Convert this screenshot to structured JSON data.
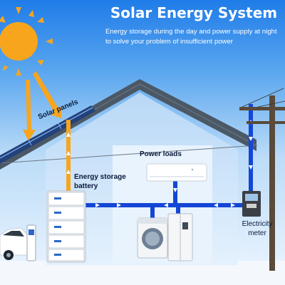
{
  "header": {
    "title": "Solar Energy System",
    "subtitle": "Energy storage during the day and power supply at night to solve your problem of insufficient power"
  },
  "labels": {
    "solar_panels": "Solar panels",
    "battery": "Energy storage battery",
    "power_loads": "Power loads",
    "meter": "Electricity meter"
  },
  "colors": {
    "sky_top": "#1f7ce8",
    "sky_bottom": "#dbeeff",
    "house_fill": "#cfe6fb",
    "roof": "#4b5866",
    "flow_line": "#1446d6",
    "sun": "#f7a51d",
    "arrow": "#f7a51d"
  },
  "icons": [
    "sun-icon",
    "solar-panel-icon",
    "battery-icon",
    "air-conditioner-icon",
    "washing-machine-icon",
    "refrigerator-icon",
    "electric-car-icon",
    "charger-icon",
    "utility-pole-icon",
    "electricity-meter-icon"
  ]
}
